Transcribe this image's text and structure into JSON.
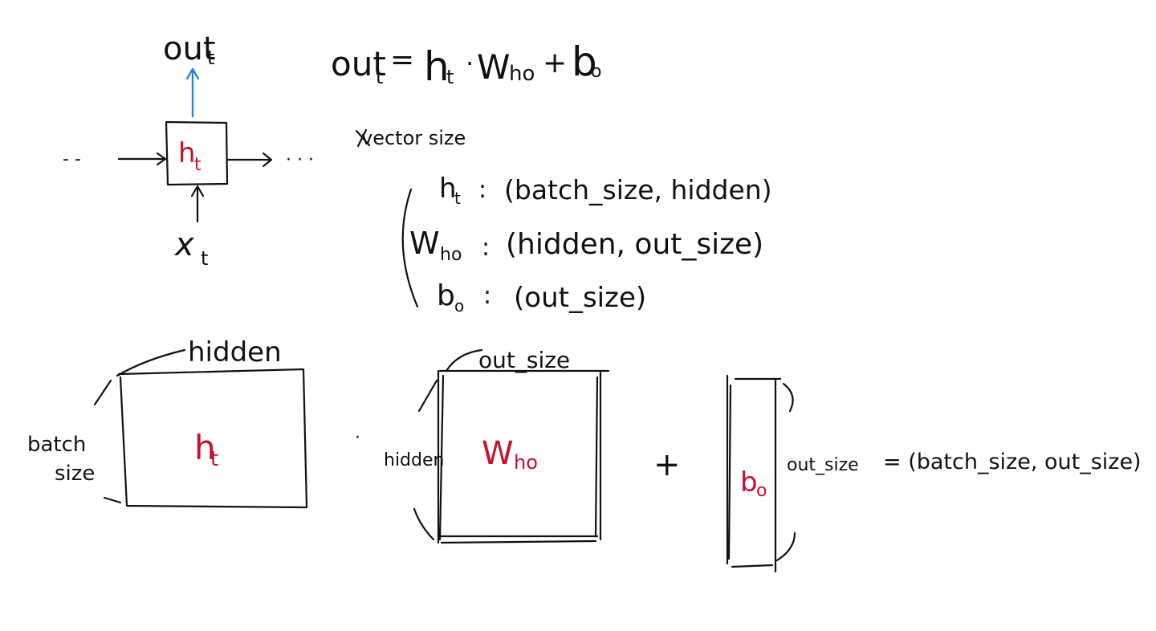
{
  "rnn_cell": {
    "output_label": "out",
    "output_sub": "t",
    "hidden_label": "h",
    "hidden_sub": "t",
    "input_label": "x",
    "input_sub": "t",
    "left_dots": "- -",
    "right_dots": "· · ·"
  },
  "equation": {
    "lhs": "out",
    "lhs_sub": "t",
    "equals": "=",
    "h": "h",
    "h_sub": "t",
    "dot": "·",
    "w": "W",
    "w_sub": "ho",
    "plus": "+",
    "b": "b",
    "b_sub": "o"
  },
  "shapes": {
    "heading": "vector size",
    "rows": [
      {
        "sym": "h",
        "sub": "t",
        "colon": ":",
        "shape": "(batch_size, hidden)"
      },
      {
        "sym": "W",
        "sub": "ho",
        "colon": ":",
        "shape": "(hidden, out_size)"
      },
      {
        "sym": "b",
        "sub": "o",
        "colon": ":",
        "shape": "(out_size)"
      }
    ]
  },
  "matrices": {
    "h": {
      "label": "h",
      "sub": "t",
      "top_dim": "hidden",
      "side_dim_1": "batch",
      "side_dim_2": "size"
    },
    "dot": "·",
    "w": {
      "label": "W",
      "sub": "ho",
      "top_dim": "out_size",
      "side_dim": "hidden"
    },
    "plus": "+",
    "b": {
      "label": "b",
      "sub": "o",
      "side_dim": "out_size"
    },
    "result": "= (batch_size, out_size)"
  },
  "colors": {
    "ink": "#111111",
    "highlight": "#c8102e",
    "arrow": "#2a86d8"
  }
}
